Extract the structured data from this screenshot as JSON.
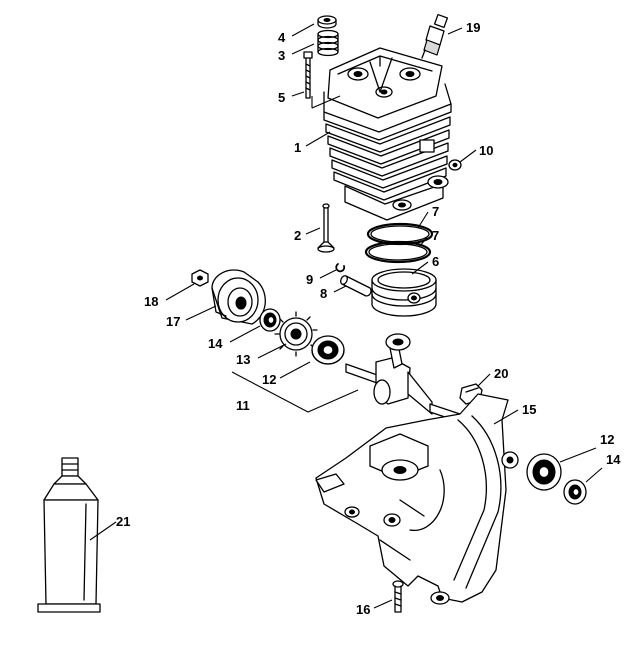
{
  "labels": {
    "p1": "1",
    "p2": "2",
    "p3": "3",
    "p4": "4",
    "p5": "5",
    "p6": "6",
    "p7a": "7",
    "p7b": "7",
    "p8": "8",
    "p9": "9",
    "p10": "10",
    "p11": "11",
    "p12a": "12",
    "p12b": "12",
    "p13": "13",
    "p14a": "14",
    "p14b": "14",
    "p15": "15",
    "p16": "16",
    "p17": "17",
    "p18": "18",
    "p19": "19",
    "p20": "20",
    "p21": "21"
  }
}
